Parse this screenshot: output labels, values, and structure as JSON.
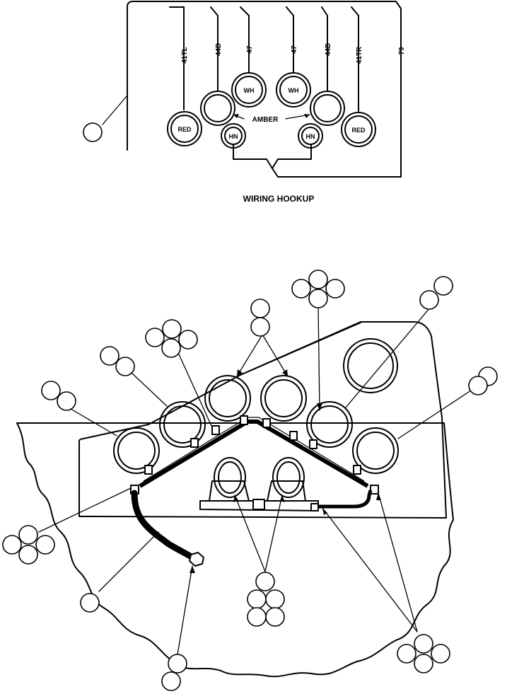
{
  "wiring_hookup": {
    "title": "WIRING HOOKUP",
    "wire_labels": [
      "41TL",
      "44D",
      "47",
      "47",
      "44D",
      "41TR",
      "79"
    ],
    "amber_label": "AMBER",
    "lamps": {
      "red_left": "RED",
      "wh_left": "WH",
      "wh_right": "WH",
      "hn_left": "HN",
      "hn_right": "HN",
      "red_right": "RED"
    }
  },
  "colors": {
    "ink": "#000000",
    "paper": "#ffffff"
  }
}
